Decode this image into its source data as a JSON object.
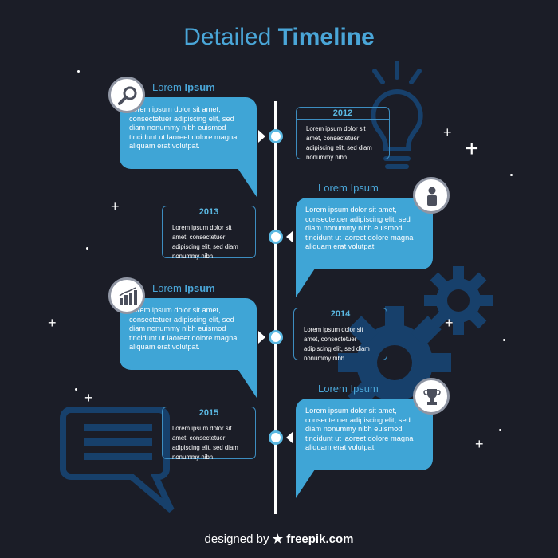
{
  "title": {
    "part1": "Detailed",
    "part2": "Timeline"
  },
  "bubble_heading": {
    "plain": "Lorem",
    "bold": "Ipsum"
  },
  "heading_plain": {
    "text": "Lorem Ipsum"
  },
  "bubble_text": "Lorem ipsum dolor sit amet, consectetuer adipiscing elit, sed diam nonummy nibh euismod tincidunt ut laoreet dolore magna aliquam erat volutpat.",
  "card_text": "Lorem ipsum dolor sit amet, consectetuer adipiscing elit, sed diam nonummy nibh",
  "years": [
    "2012",
    "2013",
    "2014",
    "2015"
  ],
  "icons": [
    "magnifier-icon",
    "person-icon",
    "bar-chart-icon",
    "trophy-icon",
    "lightbulb-icon",
    "gear-icon",
    "chat-bubble-icon"
  ],
  "colors": {
    "background": "#1b1d27",
    "accent": "#3fa5d6",
    "title": "#4aa6d8",
    "decor": "#17406b"
  },
  "credit": {
    "prefix": "designed by",
    "brand": "freepik.com"
  }
}
